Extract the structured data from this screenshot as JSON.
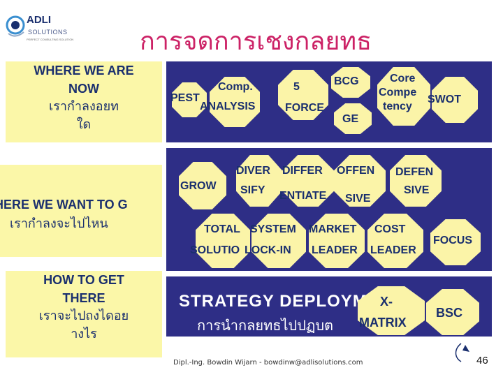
{
  "logo": {
    "name": "ADLI",
    "sub": "SOLUTIONS",
    "tagline": "PERFECT CONSULTING SOLUTION"
  },
  "title": "การจดการเชงกลยทธ",
  "left": {
    "now": [
      "WHERE WE ARE",
      "NOW",
      "เรากำลงอยท",
      "ใด"
    ],
    "want": [
      "HERE WE WANT TO G",
      "เรากำลงจะไปไหน"
    ],
    "how": [
      "HOW TO GET",
      "THERE",
      "เราจะไปถงไดอย",
      "างไร"
    ]
  },
  "top_panel": {
    "pest": "PEST",
    "analysis": "ANALYSIS",
    "comp": "Comp.",
    "five": "5",
    "force": "FORCE",
    "bcg": "BCG",
    "ge": "GE",
    "core": [
      "Core",
      "Compe",
      "tency"
    ],
    "swot": "SWOT"
  },
  "mid_panel": {
    "grow": "GROW",
    "diver": [
      "DIVER",
      "SIFY"
    ],
    "differ": [
      "DIFFER",
      "ENTIATE"
    ],
    "offen": [
      "OFFEN",
      "SIVE"
    ],
    "defen": [
      "DEFEN",
      "SIVE"
    ],
    "total": [
      "TOTAL",
      "SOLUTIO"
    ],
    "system": [
      "SYSTEM",
      "LOCK-IN"
    ],
    "market": [
      "MARKET",
      "LEADER"
    ],
    "cost": [
      "COST",
      "LEADER"
    ],
    "focus": "FOCUS"
  },
  "bottom_panel": {
    "strategy": "STRATEGY DEPLOYMENT",
    "thai": "การนำกลยทธไปปฏบต",
    "x": "X-",
    "matrix": "MATRIX",
    "bsc": "BSC"
  },
  "footer": "Dipl.-Ing. Bowdin Wijarn - bowdinw@adlisolutions.com",
  "page_number": "46",
  "colors": {
    "panel": "#2e2e86",
    "octagon": "#fbf4a8",
    "yellow_box": "#fbf7a8",
    "title": "#cc2266",
    "text": "#1a2f6e"
  }
}
